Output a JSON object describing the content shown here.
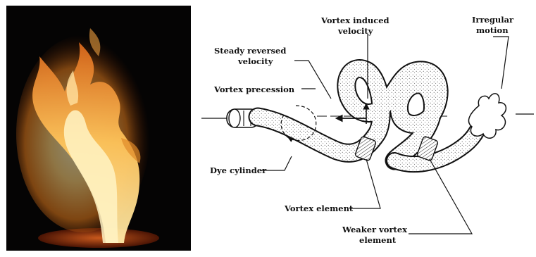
{
  "photo": {
    "subject": "flame-vortex-photo"
  },
  "diagram": {
    "labels": {
      "vortex_induced": [
        "Vortex induced",
        "velocity"
      ],
      "irregular": [
        "Irregular",
        "motion"
      ],
      "steady_reversed": [
        "Steady reversed",
        "velocity"
      ],
      "precession": [
        "Vortex precession"
      ],
      "dye": [
        "Dye cylinder"
      ],
      "element": [
        "Vortex element"
      ],
      "weaker": [
        "Weaker vortex",
        "element"
      ]
    }
  }
}
